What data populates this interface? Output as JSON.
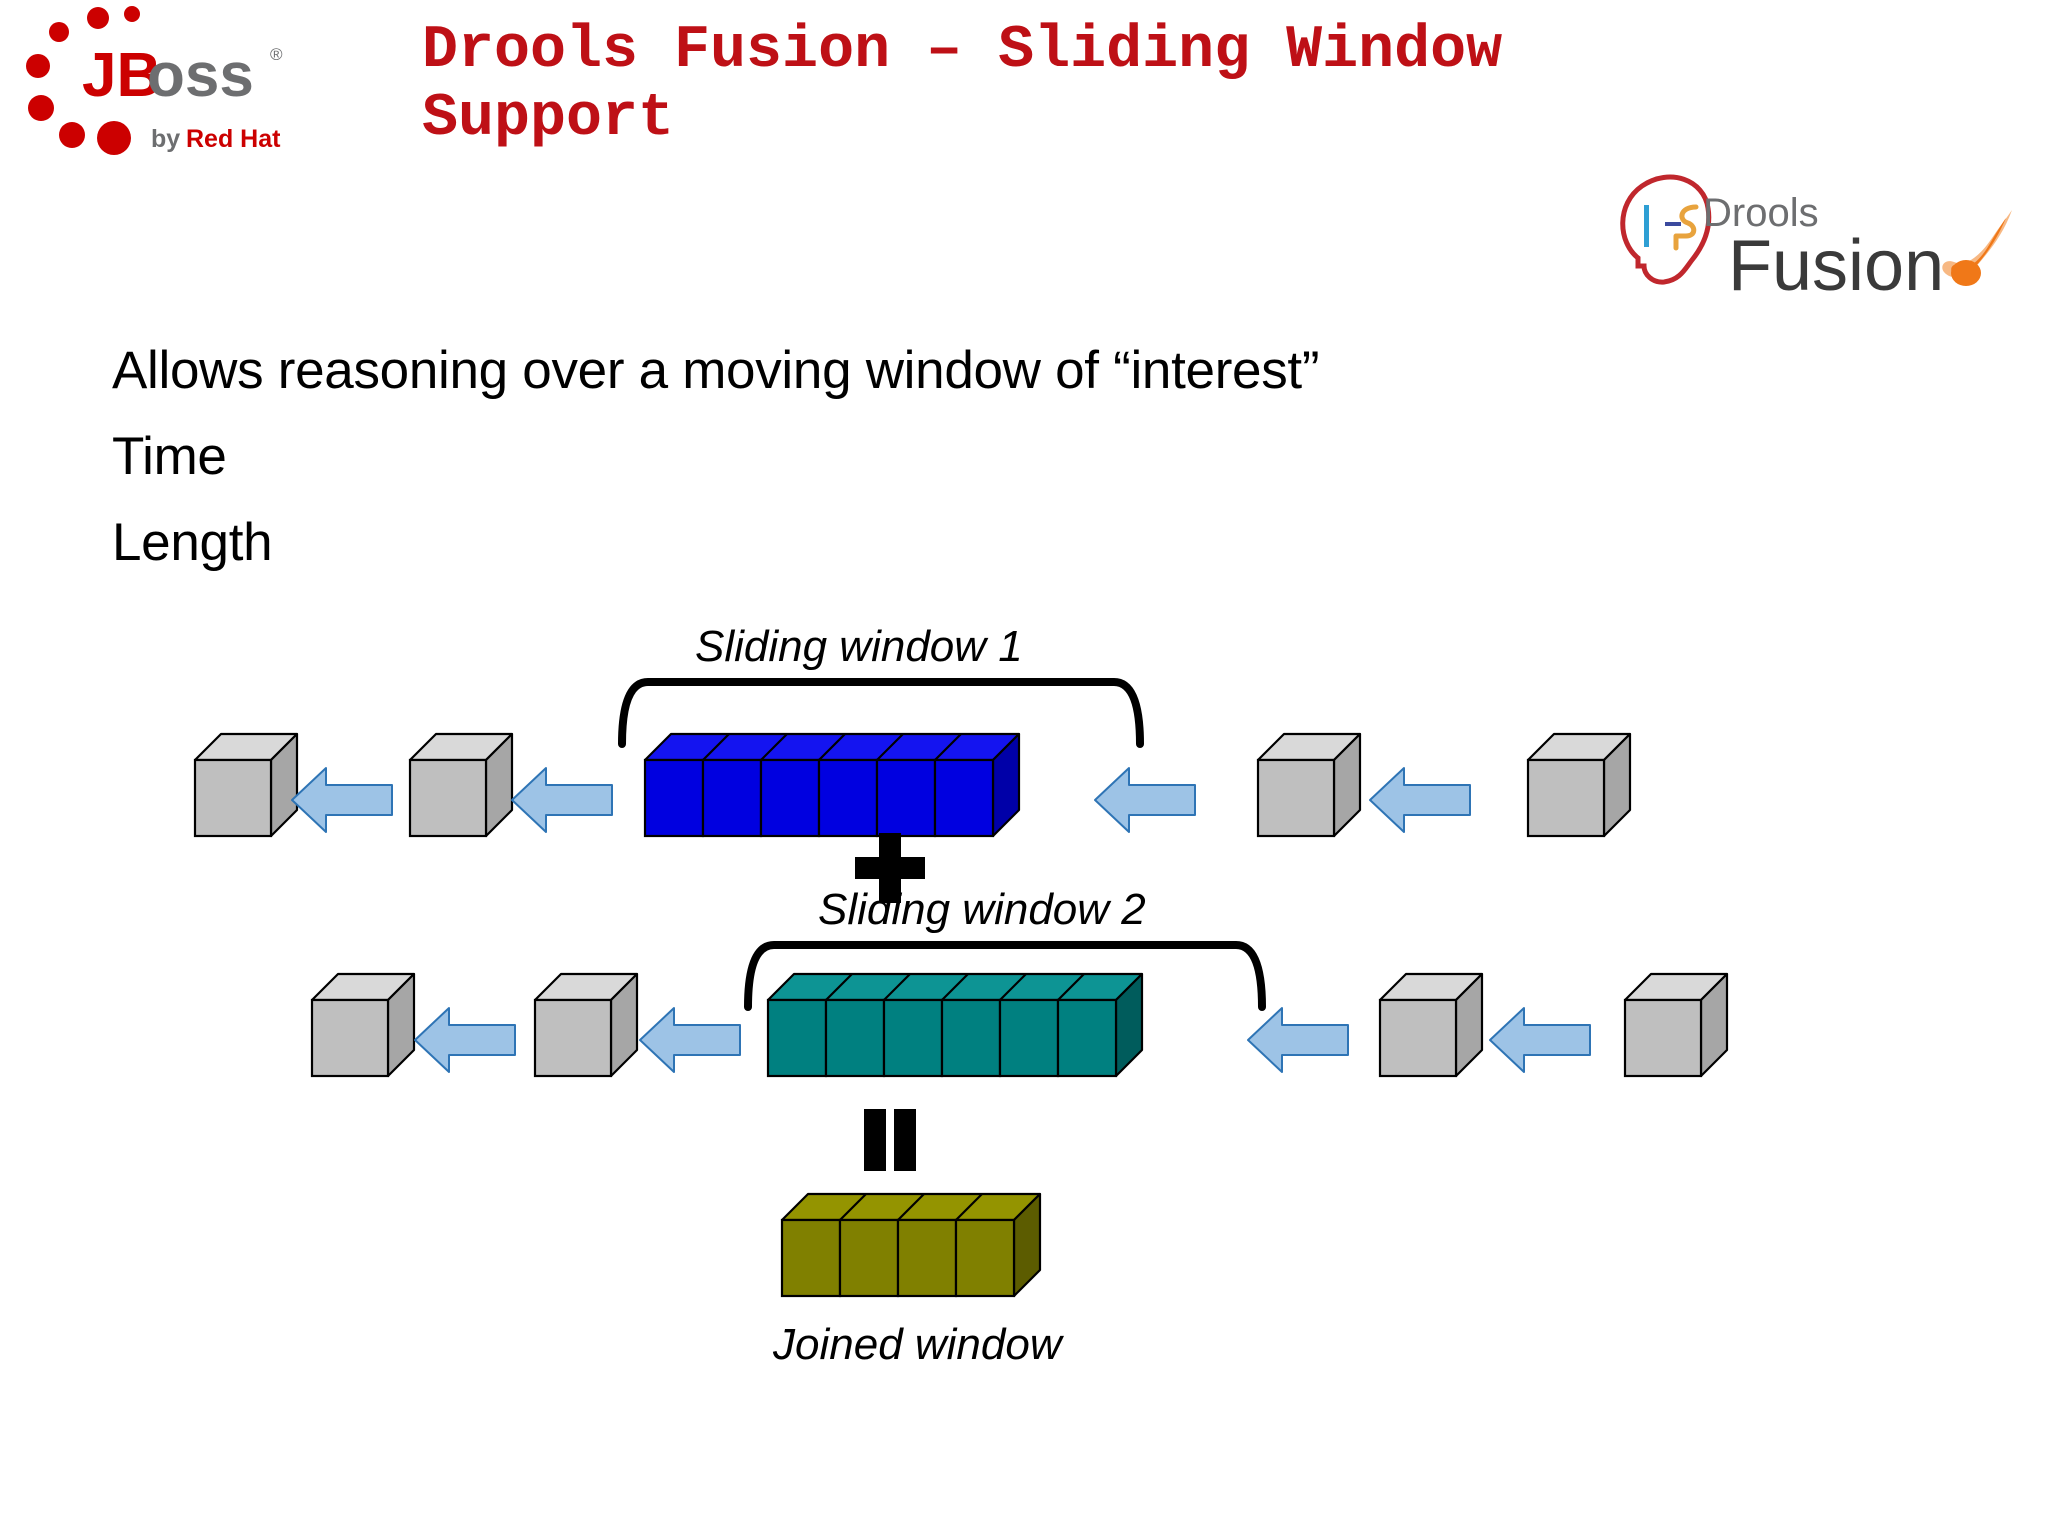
{
  "slide": {
    "title": "Drools Fusion – Sliding Window Support",
    "title_lines": [
      "Drools Fusion – Sliding Window",
      "Support"
    ],
    "background_color": "#FFFFFF",
    "title_color": "#BE1016"
  },
  "brand_logo": {
    "name": "jboss-by-red-hat-logo",
    "word_primary": "JB",
    "word_secondary": "oss",
    "registered_mark": "®",
    "tagline_prefix": "by",
    "tagline_brand": "Red Hat",
    "red": "#CC0000",
    "gray": "#6D6E70"
  },
  "product_logo": {
    "name": "drools-fusion-logo",
    "line1": "Drools",
    "line2": "Fusion",
    "head_outline_color": "#C0272D",
    "drools_text_color": "#6D6E70",
    "fusion_text_color": "#3A3A3A",
    "accent_blue": "#2E9FD4",
    "accent_orange": "#E8A33D",
    "flame_color": "#F07818"
  },
  "body": {
    "lines": [
      "Allows reasoning over a moving window of “interest”",
      "Time",
      "Length"
    ]
  },
  "diagram": {
    "labels": {
      "window1": "Sliding window 1",
      "window2": "Sliding window 2",
      "joined": "Joined window"
    },
    "operators": {
      "plus": "+",
      "equals": "="
    },
    "colors": {
      "window1_cube": "#0000E0",
      "window1_cube_top": "#1414F0",
      "window1_cube_side": "#0000A8",
      "window2_cube": "#008080",
      "window2_cube_top": "#0D9494",
      "window2_cube_side": "#005C5C",
      "joined_cube": "#808000",
      "joined_cube_top": "#949400",
      "joined_cube_side": "#5C5C00",
      "event_cube": "#BFBFBF",
      "event_cube_top": "#D9D9D9",
      "event_cube_side": "#A6A6A6",
      "arrow_fill": "#9DC3E6",
      "arrow_stroke": "#2E74B5",
      "outline": "#000000",
      "bracket": "#000000"
    },
    "rows": [
      {
        "name": "window1-row",
        "window_cube_count": 6,
        "left_events": 2,
        "right_events": 2,
        "left_arrows": 2,
        "right_arrows": 2
      },
      {
        "name": "window2-row",
        "window_cube_count": 6,
        "left_events": 2,
        "right_events": 2,
        "left_arrows": 2,
        "right_arrows": 2
      },
      {
        "name": "joined-row",
        "window_cube_count": 4,
        "left_events": 0,
        "right_events": 0,
        "left_arrows": 0,
        "right_arrows": 0
      }
    ]
  }
}
